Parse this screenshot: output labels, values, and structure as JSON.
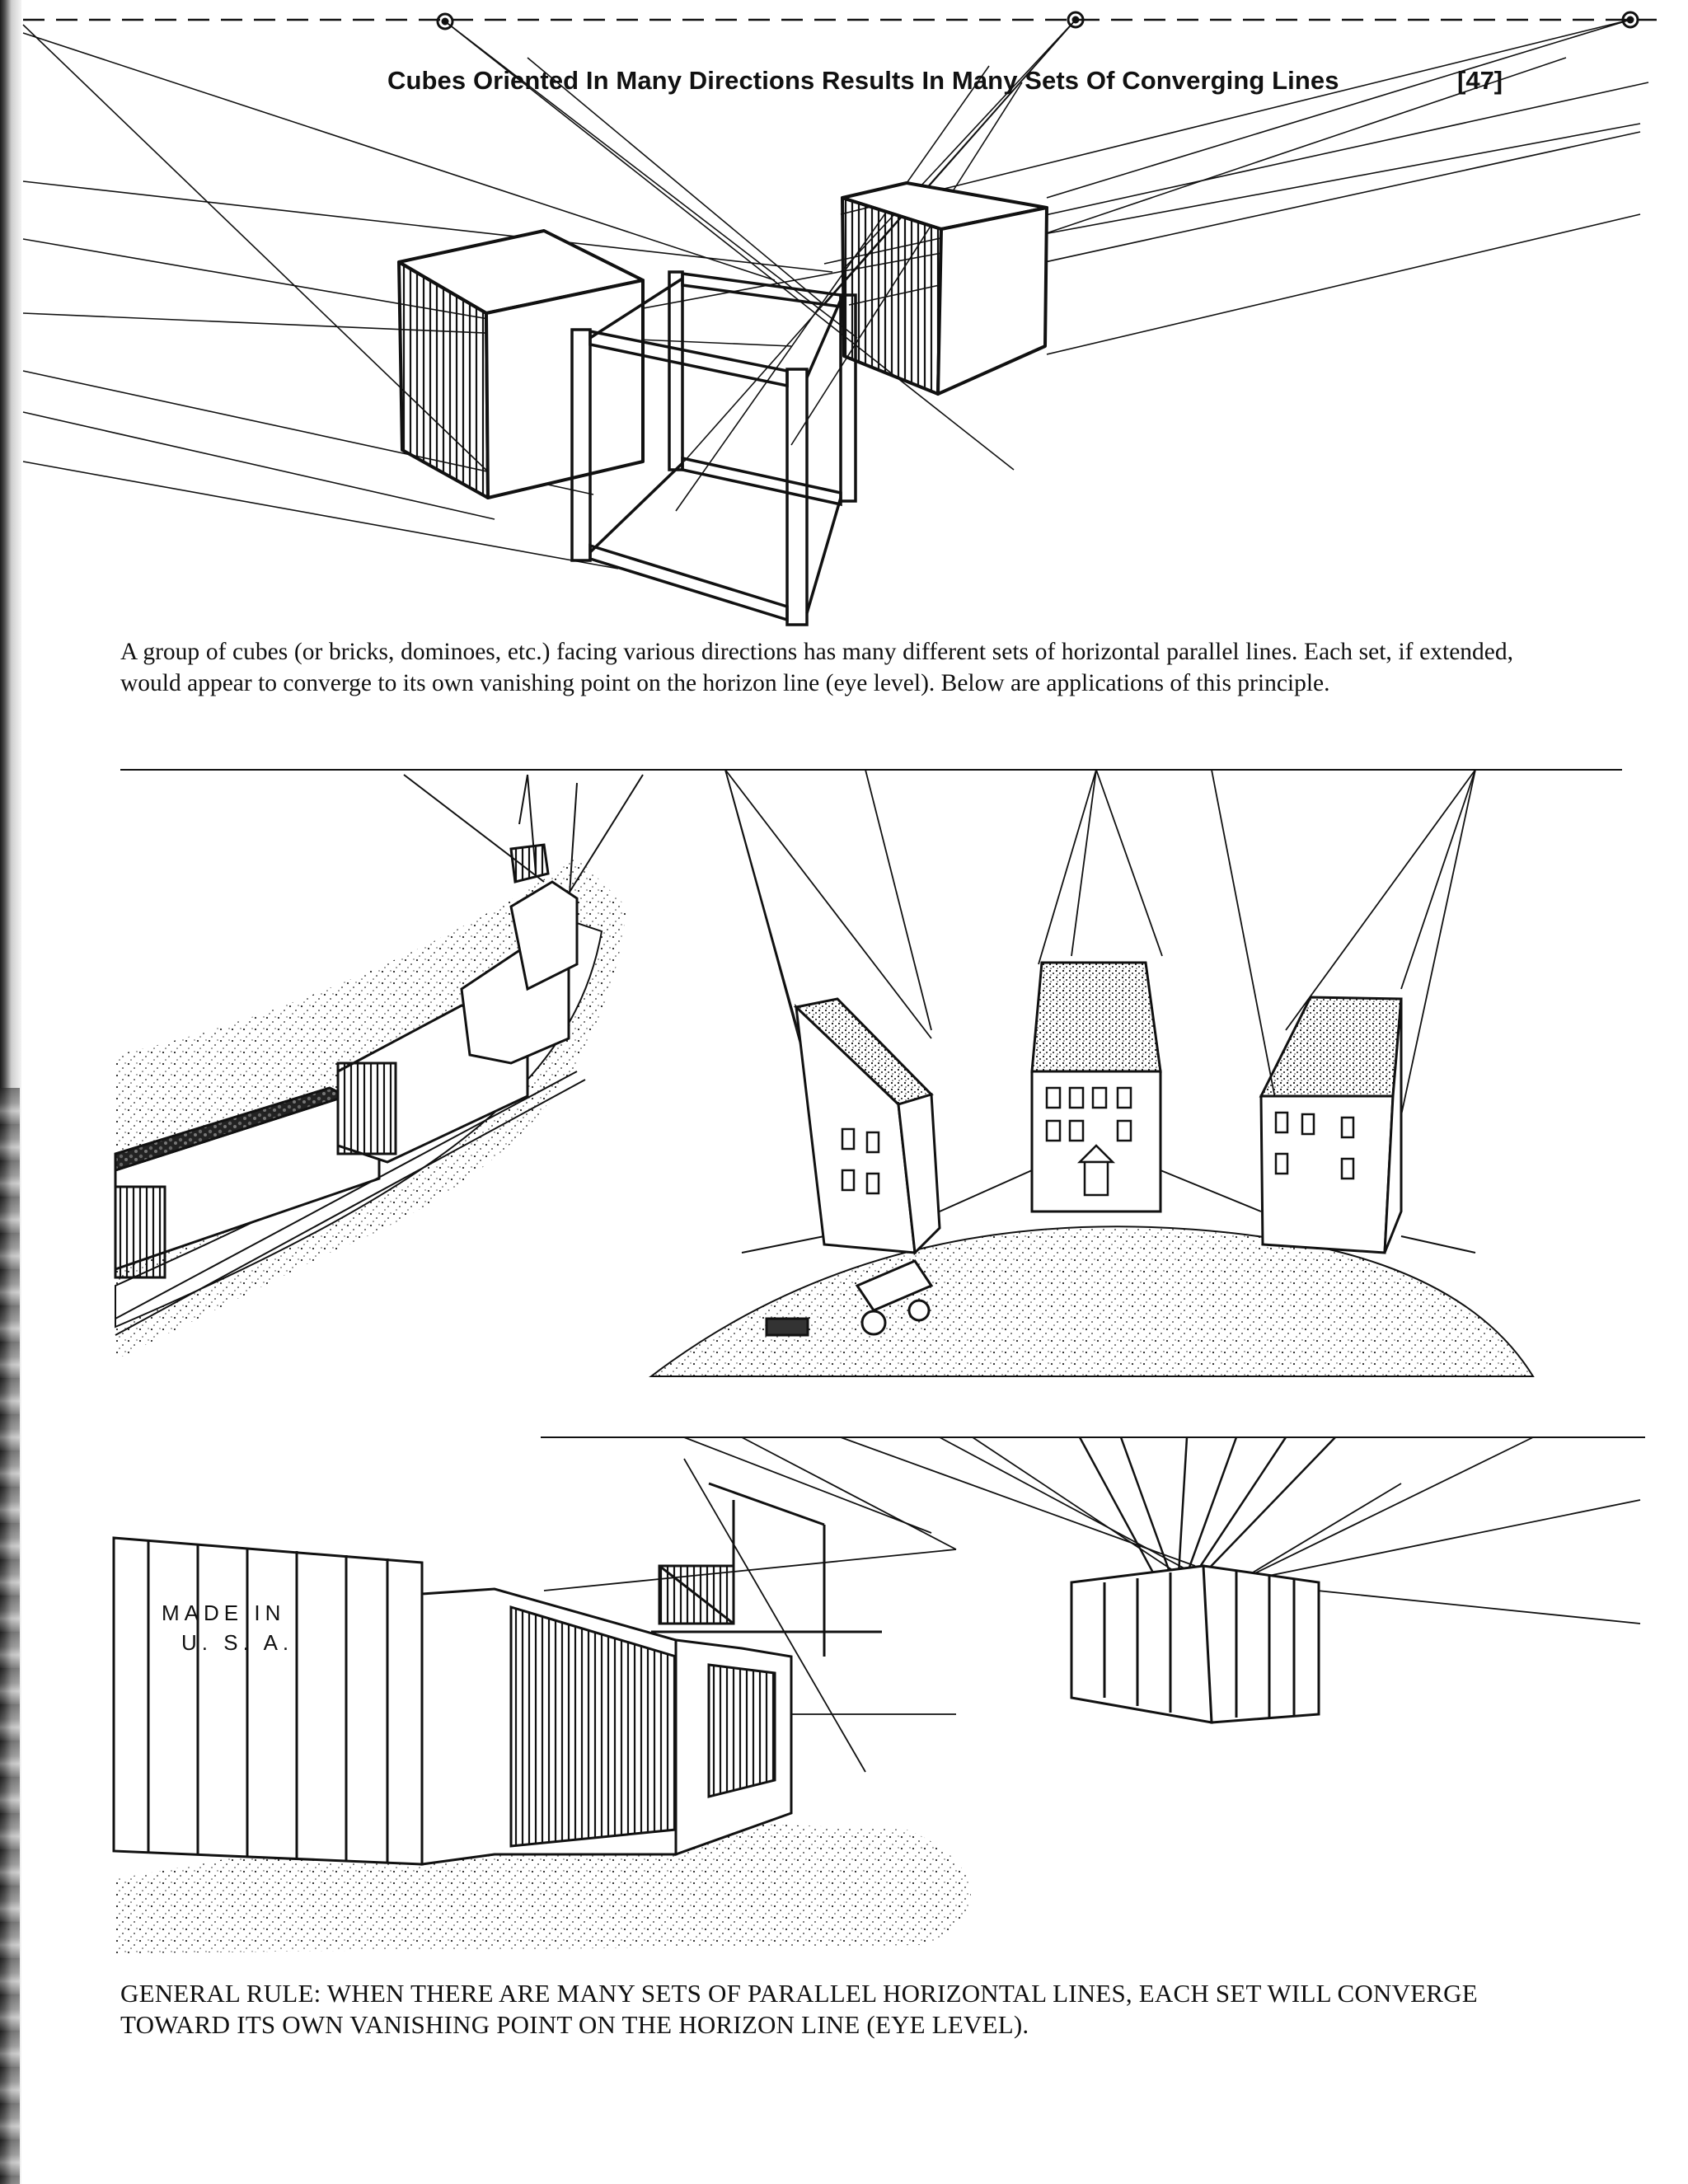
{
  "header": {
    "title": "Cubes Oriented In Many Directions Results In Many Sets Of Converging Lines",
    "page_number": "[47]"
  },
  "caption": {
    "text": "A group of cubes (or bricks, dominoes, etc.) facing various directions has many different sets of horizontal parallel lines. Each set, if extended, would appear to converge to its own vanishing point on the horizon line (eye level). Below are applications of this principle."
  },
  "crate_stencil": {
    "line1": "MADE IN",
    "line2": "U. S. A."
  },
  "general_rule": {
    "text": "GENERAL RULE: WHEN THERE ARE MANY SETS OF PARALLEL HORIZONTAL LINES, EACH SET WILL CONVERGE TOWARD ITS OWN VANISHING POINT ON THE HORIZON LINE (EYE LEVEL)."
  },
  "colors": {
    "ink": "#111111",
    "paper": "#ffffff"
  }
}
